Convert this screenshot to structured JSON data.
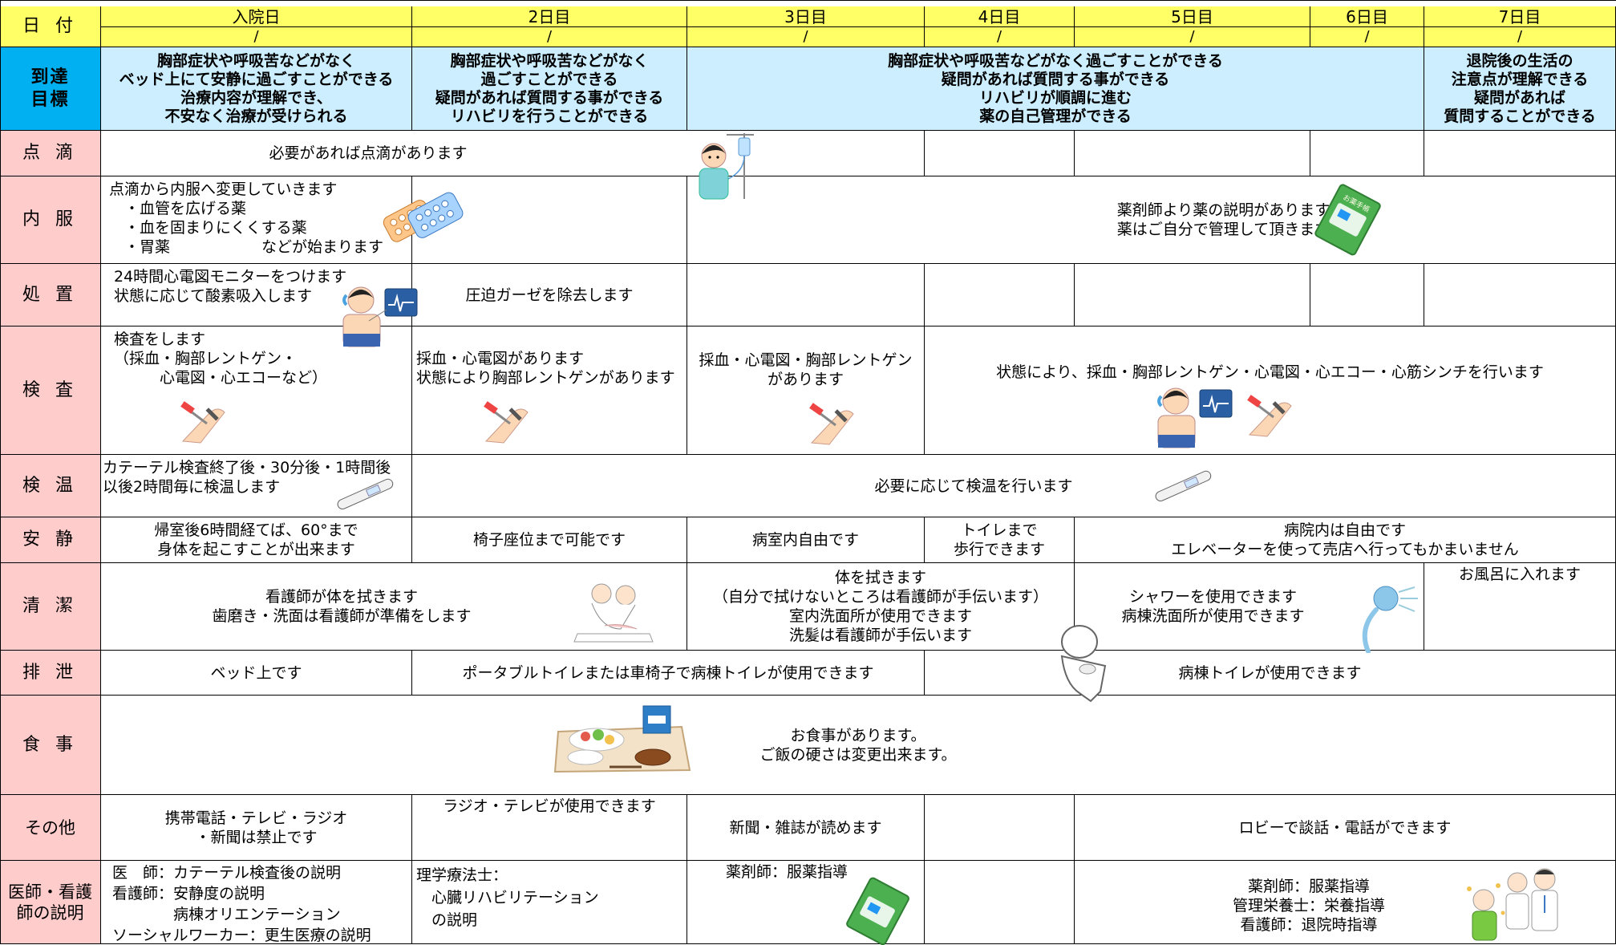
{
  "header": {
    "date_label": "日 付",
    "days": [
      "入院日",
      "2日目",
      "3日目",
      "4日目",
      "5日目",
      "6日目",
      "7日目"
    ],
    "slash": "/"
  },
  "goals": {
    "label": "到達\n目標",
    "admission": "胸部症状や呼吸苦などがなく\nベッド上にて安静に過ごすことができる\n治療内容が理解でき、\n不安なく治療が受けられる",
    "day2": "胸部症状や呼吸苦などがなく\n過ごすことができる\n疑問があれば質問する事ができる\nリハビリを行うことができる",
    "day3_6": "胸部症状や呼吸苦などがなく過ごすことができる\n疑問があれば質問する事ができる\nリハビリが順調に進む\n薬の自己管理ができる",
    "day7": "退院後の生活の\n注意点が理解できる\n疑問があれば\n質問することができる"
  },
  "rows": {
    "drip": {
      "label": "点 滴",
      "text": "必要があれば点滴があります"
    },
    "meds": {
      "label": "内 服",
      "admission": "点滴から内服へ変更していきます\n　・血管を広げる薬\n　・血を固まりにくくする薬\n　・胃薬　　　　　　などが始まります",
      "later": "薬剤師より薬の説明があります\n薬はご自分で管理して頂きます"
    },
    "treatment": {
      "label": "処 置",
      "admission": "24時間心電図モニターをつけます\n状態に応じて酸素吸入します",
      "day2": "圧迫ガーゼを除去します"
    },
    "tests": {
      "label": "検 査",
      "admission": "検査をします\n（採血・胸部レントゲン・\n　　　心電図・心エコーなど）",
      "day2": "採血・心電図があります\n状態により胸部レントゲンがあります",
      "day3": "採血・心電図・胸部レントゲン\nがあります",
      "day4_7": "状態により、採血・胸部レントゲン・心電図・心エコー・心筋シンチを行います"
    },
    "temp": {
      "label": "検 温",
      "admission": "カテーテル検査終了後・30分後・1時間後\n以後2時間毎に検温します",
      "later": "必要に応じて検温を行います"
    },
    "rest": {
      "label": "安 静",
      "admission": "帰室後6時間経てば、60°まで\n身体を起こすことが出来ます",
      "day2": "椅子座位まで可能です",
      "day3": "病室内自由です",
      "day4": "トイレまで\n歩行できます",
      "day5_7": "病院内は自由です\nエレベーターを使って売店へ行ってもかまいません"
    },
    "hygiene": {
      "label": "清 潔",
      "admission_day2": "看護師が体を拭きます\n歯磨き・洗面は看護師が準備をします",
      "day3_4": "体を拭きます\n（自分で拭けないところは看護師が手伝います）\n室内洗面所が使用できます\n洗髪は看護師が手伝います",
      "day5_6": "シャワーを使用できます\n病棟洗面所が使用できます",
      "day7": "お風呂に入れます"
    },
    "toilet": {
      "label": "排 泄",
      "admission": "ベッド上です",
      "day2_3": "ポータブルトイレまたは車椅子で病棟トイレが使用できます",
      "day4_7": "病棟トイレが使用できます"
    },
    "meal": {
      "label": "食 事",
      "text": "お食事があります。\nご飯の硬さは変更出来ます。"
    },
    "other": {
      "label": "その他",
      "admission": "携帯電話・テレビ・ラジオ\n・新聞は禁止です",
      "day2": "ラジオ・テレビが使用できます",
      "day3": "新聞・雑誌が読めます",
      "day5_7": "ロビーで談話・電話ができます"
    },
    "explain": {
      "label": "医師・看護\n師の説明",
      "admission": "医　師：カテーテル検査後の説明\n看護師：安静度の説明\n　　　　病棟オリエンテーション\nソーシャルワーカー：更生医療の説明",
      "day2": "理学療法士：\n　心臓リハビリテーション\n　の説明",
      "day3": "薬剤師：服薬指導",
      "day5_7": "薬剤師：服薬指導\n管理栄養士：栄養指導\n看護師：退院時指導"
    }
  },
  "illustrations": {
    "drip_patient": "iv-drip-patient-illustration",
    "pills": "pill-pack-illustration",
    "med_notebook": "medicine-notebook-illustration",
    "ecg_patient": "ecg-monitor-patient-illustration",
    "blood_draw": "blood-draw-arm-illustration",
    "thermometer": "thermometer-illustration",
    "nurses": "nurse-care-illustration",
    "shower": "shower-head-illustration",
    "toilet": "toilet-illustration",
    "meal_tray": "meal-tray-illustration",
    "doctor_nurse": "doctor-nurse-illustration",
    "notebook_label": "お薬手帳"
  },
  "colors": {
    "header": "#ffff66",
    "goal_label": "#00b0f0",
    "goal": "#cceeff",
    "row_label": "#ffcccc"
  }
}
